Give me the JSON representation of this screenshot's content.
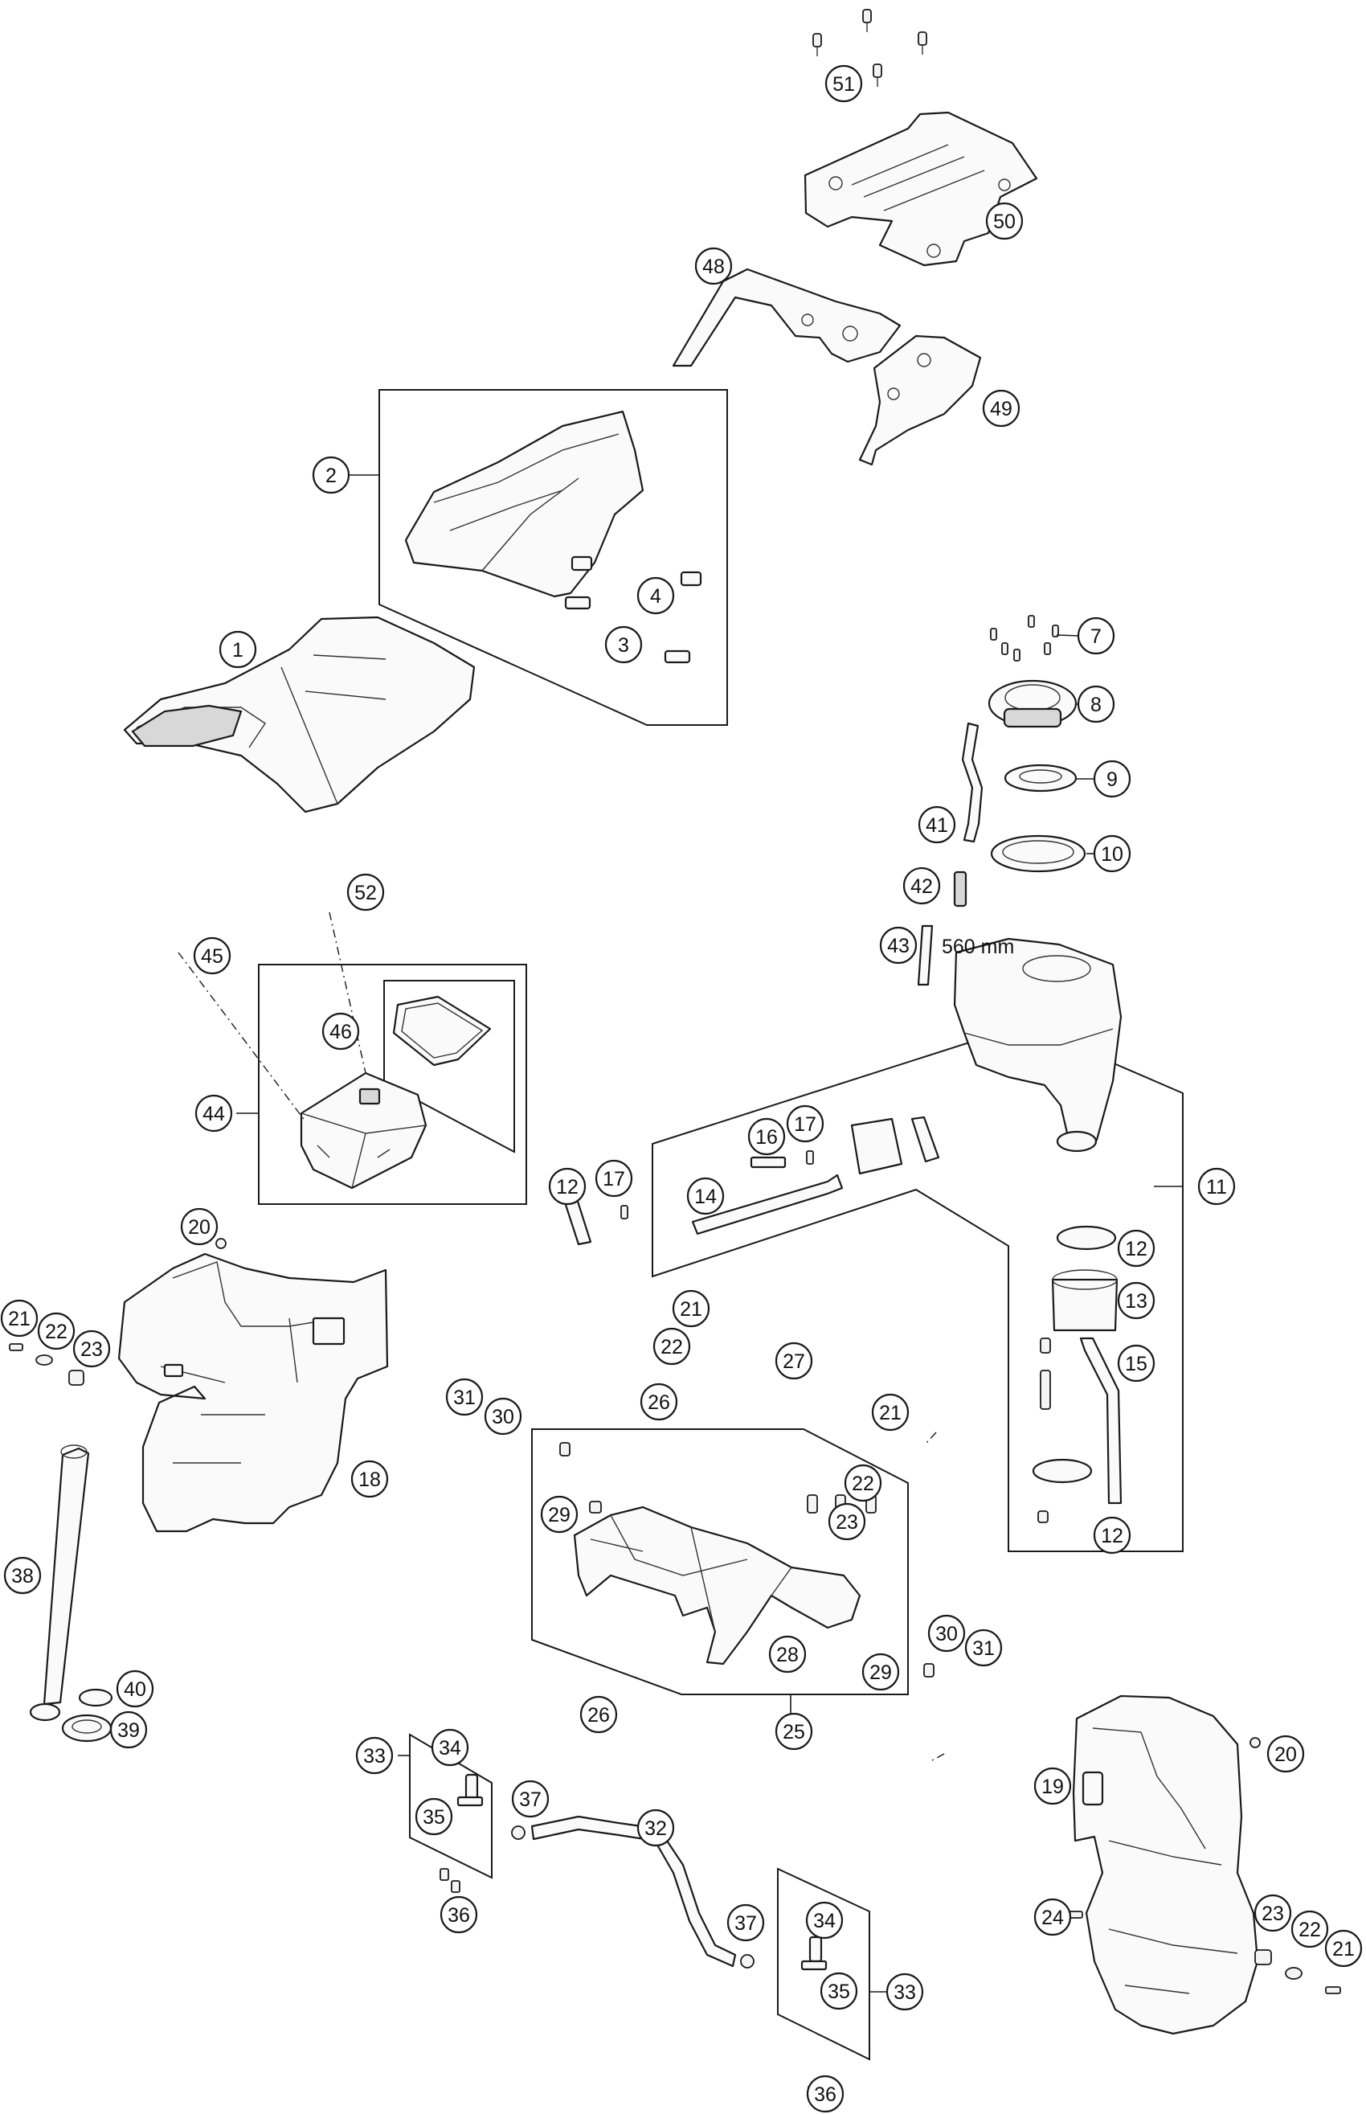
{
  "labels": [
    "1",
    "2",
    "3",
    "4",
    "7",
    "8",
    "9",
    "10",
    "11",
    "12",
    "13",
    "14",
    "15",
    "16",
    "17",
    "18",
    "19",
    "20",
    "21",
    "22",
    "23",
    "24",
    "25",
    "26",
    "27",
    "28",
    "29",
    "30",
    "31",
    "32",
    "33",
    "34",
    "35",
    "36",
    "37",
    "38",
    "39",
    "40",
    "41",
    "42",
    "43",
    "44",
    "45",
    "46",
    "48",
    "49",
    "50",
    "51",
    "52"
  ],
  "dimension": "560 mm",
  "colors": {
    "line": "#1a1a1a",
    "fill": "#fafafa",
    "background": "#ffffff"
  }
}
